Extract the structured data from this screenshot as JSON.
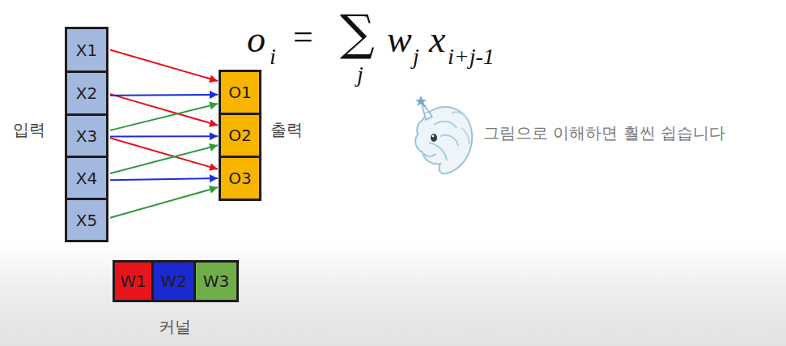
{
  "diagram": {
    "nodes": [
      {
        "text": [
          "X1"
        ]
      },
      {
        "text": [
          "X2"
        ]
      },
      {
        "text": [
          "X3"
        ]
      },
      {
        "text": [
          "X4"
        ]
      },
      {
        "text": [
          "X5"
        ]
      },
      {
        "text": [
          "O1"
        ]
      },
      {
        "text": [
          "O2"
        ]
      },
      {
        "text": [
          "O3"
        ]
      },
      {
        "text": [
          "W1"
        ]
      },
      {
        "text": [
          "W2"
        ]
      },
      {
        "text": [
          "W3"
        ]
      }
    ],
    "edges": [
      {
        "from": 0,
        "to": 5,
        "arrow": "to"
      },
      {
        "from": 1,
        "to": 6,
        "arrow": "to"
      },
      {
        "from": 2,
        "to": 7,
        "arrow": "to"
      },
      {
        "from": 1,
        "to": 5,
        "arrow": "to"
      },
      {
        "from": 2,
        "to": 6,
        "arrow": "to"
      },
      {
        "from": 3,
        "to": 7,
        "arrow": "to"
      },
      {
        "from": 2,
        "to": 5,
        "arrow": "to"
      },
      {
        "from": 3,
        "to": 6,
        "arrow": "to"
      },
      {
        "from": 4,
        "to": 7,
        "arrow": "to"
      }
    ],
    "labels": [
      "o",
      "i",
      "=",
      "∑",
      "j",
      "w",
      "j",
      "x",
      "i+j-1",
      "입력",
      "출력",
      "커널",
      "그림으로 이해하면 훨씬 쉽습니다"
    ]
  }
}
